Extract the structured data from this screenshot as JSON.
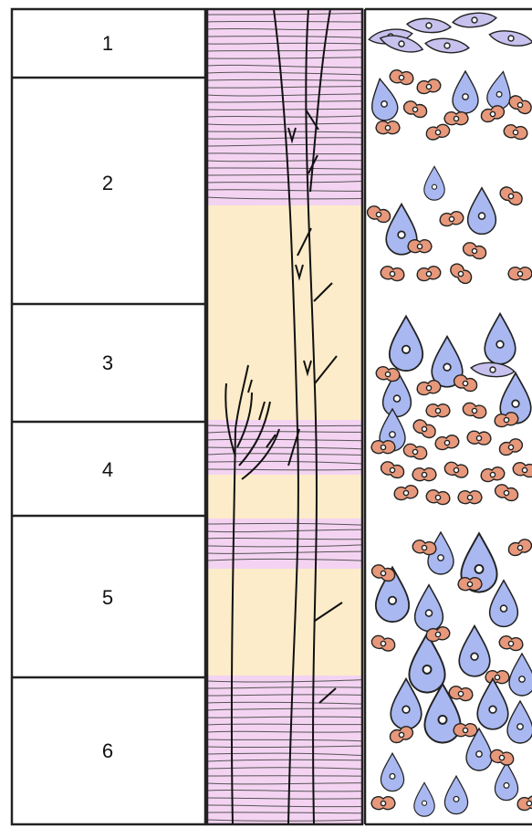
{
  "layers": [
    {
      "label": "1"
    },
    {
      "label": "2"
    },
    {
      "label": "3"
    },
    {
      "label": "4"
    },
    {
      "label": "5"
    },
    {
      "label": "6"
    }
  ],
  "colors": {
    "fiber_band": "#f4d3f2",
    "myelin_free": "#fcecc9",
    "pyramidal_cell": "#a9b8f0",
    "granule_cell": "#e7987b",
    "fusiform_cell": "#c7c1ee",
    "outline": "#222222"
  }
}
